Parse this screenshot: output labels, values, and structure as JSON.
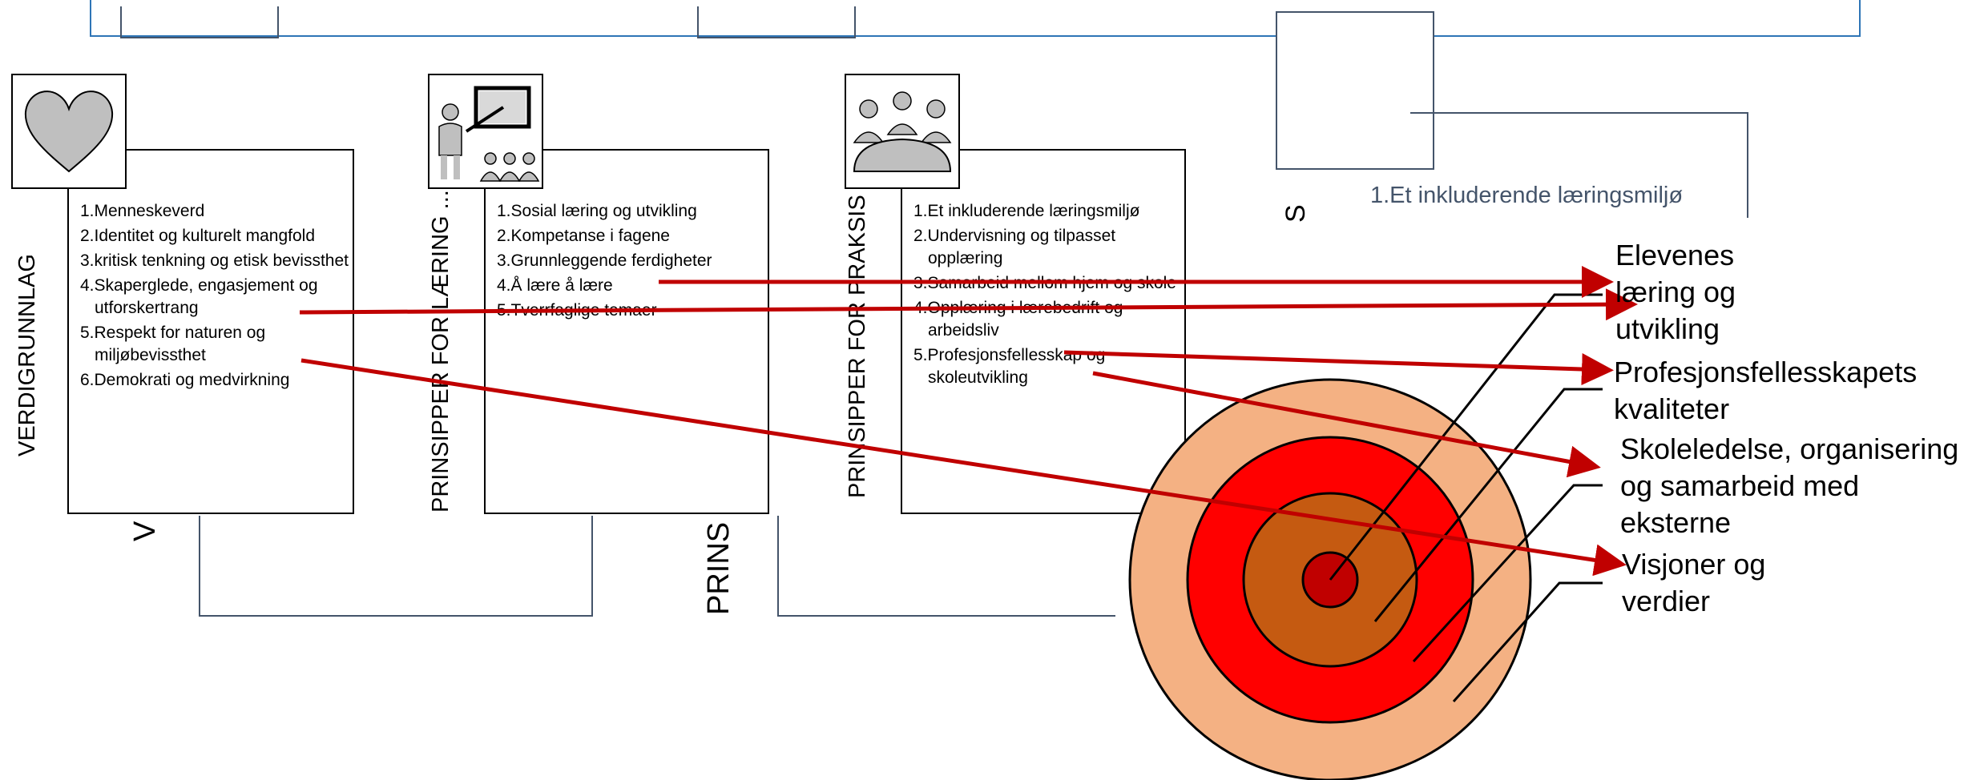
{
  "columns": [
    {
      "id": "verdigrunnlag",
      "label": "VERDIGRUNNLAG",
      "items": [
        "1.Menneskeverd",
        "2.Identitet og kulturelt mangfold",
        "3.kritisk tenkning og etisk bevissthet",
        "4.Skaperglede, engasjement og utforskertrang",
        "5.Respekt for naturen og miljøbevissthet",
        "6.Demokrati og medvirkning"
      ],
      "icon": "heart-icon"
    },
    {
      "id": "laering",
      "label": "PRINSIPPER FOR LÆRING ...",
      "items": [
        "1.Sosial læring og utvikling",
        "2.Kompetanse i fagene",
        "3.Grunnleggende ferdigheter",
        "4.Å lære å lære",
        "5.Tverrfaglige temaer"
      ],
      "icon": "teacher-icon"
    },
    {
      "id": "praksis",
      "label": "PRINSIPPER FOR PRAKSIS",
      "items": [
        "1.Et inkluderende læringsmiljø",
        "2.Undervisning og tilpasset opplæring",
        "3.Samarbeid mellom hjem og skole",
        "4.Opplæring i lærebedrift og arbeidsliv",
        "5.Profesjonsfellesskap og skoleutvikling"
      ],
      "icon": "meeting-icon"
    }
  ],
  "fragments": {
    "big_v": "V",
    "prins": "PRINS",
    "s_letter": "S",
    "ghost_item": "1.Et inkluderende læringsmiljø"
  },
  "target_labels": [
    "Elevenes læring og utvikling",
    "Profesjonsfellesskapets kvaliteter",
    "Skoleledelse, organisering og samarbeid med eksterne",
    "Visjoner og verdier"
  ],
  "colors": {
    "arrow": "#c00000",
    "ring_outer": "#f4b183",
    "ring_red": "#ff0000",
    "ring_brown": "#c55a11",
    "ring_center": "#c00000",
    "ghost_stroke": "#44546a",
    "ghost_blue": "#2e75b6"
  }
}
